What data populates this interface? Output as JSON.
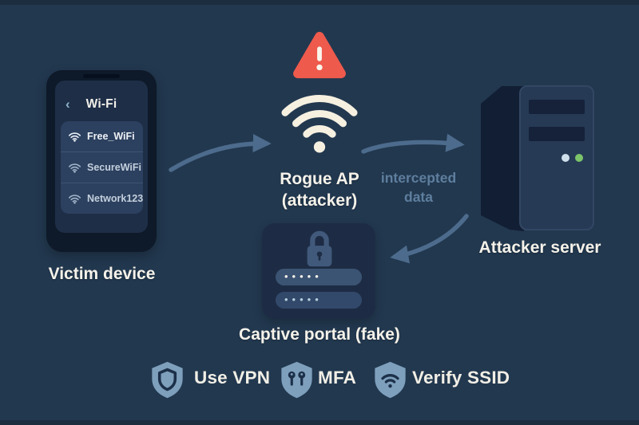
{
  "victim_device": {
    "label": "Victim device",
    "screen": {
      "back_icon": "‹",
      "title": "Wi-Fi",
      "networks": [
        {
          "name": "Free_WiFi"
        },
        {
          "name": "SecureWiFi"
        },
        {
          "name": "Network123"
        }
      ]
    }
  },
  "rogue_ap": {
    "name": "Rogue AP",
    "subtitle": "(attacker)"
  },
  "flow": {
    "intercepted_line1": "intercepted",
    "intercepted_line2": "data"
  },
  "attacker_server": {
    "label": "Attacker server"
  },
  "captive_portal": {
    "label": "Captive portal (fake)",
    "password_masked": "•••••",
    "password2_masked": "•••••"
  },
  "mitigations": [
    {
      "icon": "shield-vpn-icon",
      "label": "Use VPN"
    },
    {
      "icon": "shield-keys-icon",
      "label": "MFA"
    },
    {
      "icon": "shield-wifi-icon",
      "label": "Verify SSID"
    }
  ],
  "colors": {
    "background": "#22384f",
    "warning_red": "#ee5a4c",
    "wifi_cream": "#f6f0e1",
    "arrow_slate": "#4d6b8c",
    "shield_blue": "#7ea0bd",
    "led_green": "#7cc469",
    "led_blue": "#cfe0ec"
  }
}
